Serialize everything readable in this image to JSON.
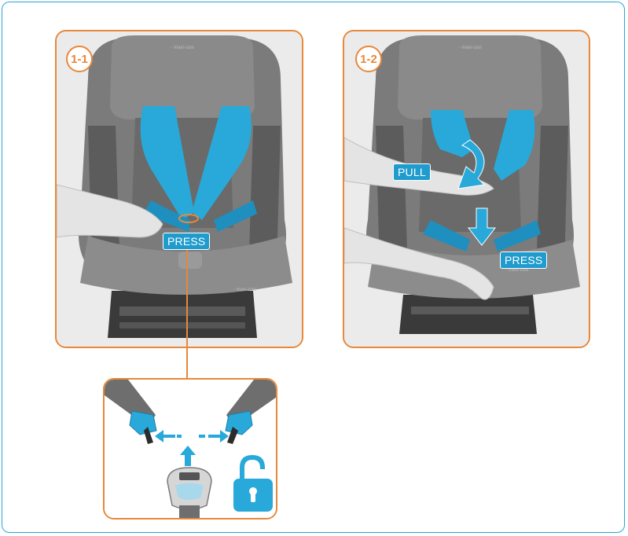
{
  "panels": {
    "step_1_1": {
      "badge": "1-1",
      "press_label": "PRESS"
    },
    "step_1_2": {
      "badge": "1-2",
      "pull_label": "PULL",
      "press_label": "PRESS"
    }
  },
  "colors": {
    "accent_orange": "#e8883a",
    "harness_blue": "#28a9d9",
    "frame_blue": "#2aa7d8",
    "seat_gray": "#7b7b7b"
  },
  "icons": [
    "unlock-padlock-icon",
    "arrow-left-icon",
    "arrow-right-icon",
    "arrow-up-icon",
    "arrow-down-icon",
    "pull-curved-arrow-icon"
  ]
}
